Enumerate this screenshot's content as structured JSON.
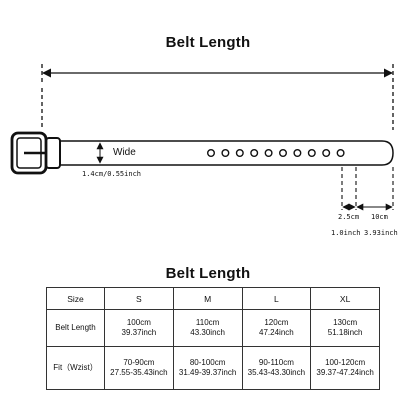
{
  "title": "Belt Length",
  "diagram": {
    "wide_label": "Wide",
    "width_note": "1.4cm/0.55inch",
    "hole_count": 10,
    "dim1_cm": "2.5cm",
    "dim1_inch": "1.0inch",
    "dim2_cm": "10cm",
    "dim2_inch": "3.93inch"
  },
  "table": {
    "title": "Belt Length",
    "header": [
      "Size",
      "S",
      "M",
      "L",
      "XL"
    ],
    "rows": [
      {
        "label": "Belt Length",
        "cells": [
          [
            "100cm",
            "39.37inch"
          ],
          [
            "110cm",
            "43.30inch"
          ],
          [
            "120cm",
            "47.24inch"
          ],
          [
            "130cm",
            "51.18inch"
          ]
        ]
      },
      {
        "label": "Fit（Wzist）",
        "cells": [
          [
            "70-90cm",
            "27.55-35.43inch"
          ],
          [
            "80-100cm",
            "31.49-39.37inch"
          ],
          [
            "90-110cm",
            "35.43-43.30inch"
          ],
          [
            "100-120cm",
            "39.37-47.24inch"
          ]
        ]
      }
    ]
  }
}
